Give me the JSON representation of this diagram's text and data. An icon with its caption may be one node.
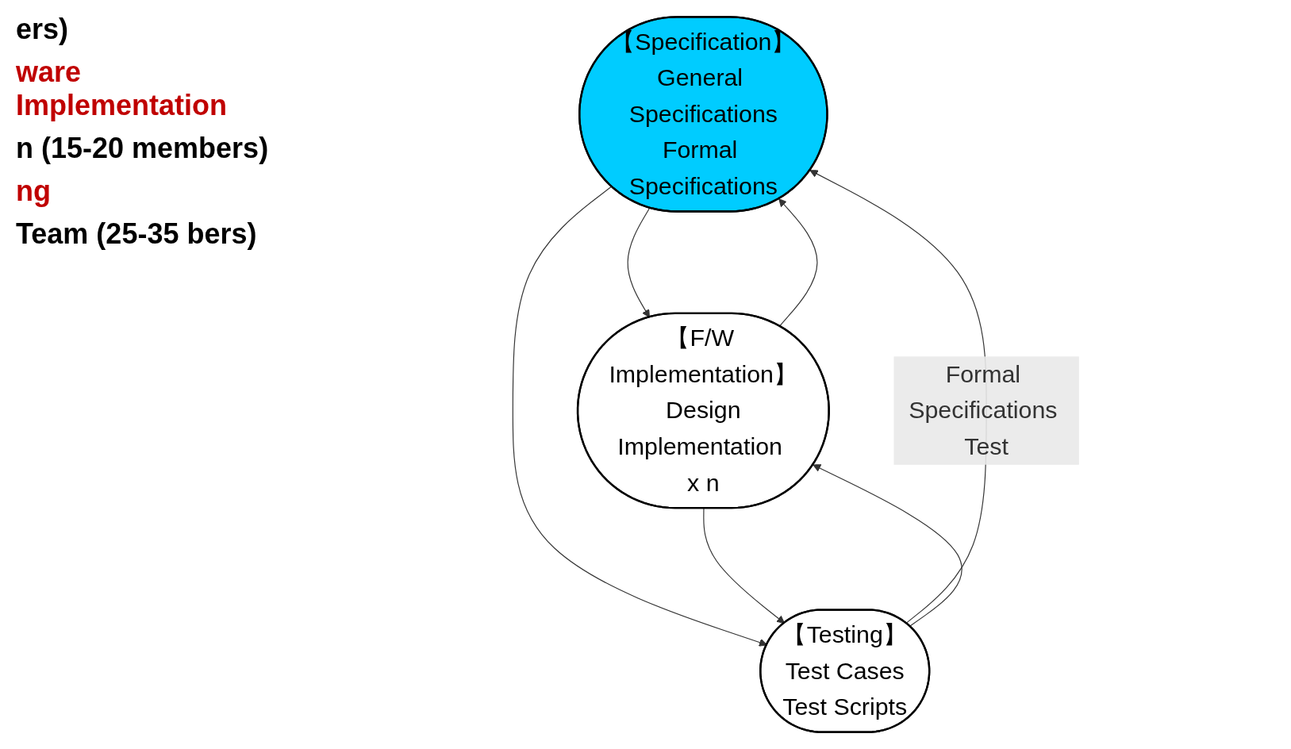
{
  "diagram": {
    "nodes": [
      {
        "text": [
          "【Specification】",
          "General Specifications",
          "Formal Specifications"
        ]
      },
      {
        "text": [
          "【F/W Implementation】",
          "Design",
          "Implementation x n"
        ]
      },
      {
        "text": [
          "【Testing】",
          "Test Cases",
          "Test Scripts"
        ]
      }
    ],
    "edges": [
      {
        "from": 0,
        "to": 1,
        "arrow": "to"
      },
      {
        "from": 1,
        "to": 0,
        "arrow": "to"
      },
      {
        "from": 0,
        "to": 2,
        "arrow": "to"
      },
      {
        "from": 2,
        "to": 0,
        "arrow": "to",
        "label": "Formal Specifications Test"
      },
      {
        "from": 1,
        "to": 2,
        "arrow": "to"
      },
      {
        "from": 2,
        "to": 1,
        "arrow": "to"
      }
    ],
    "labels": [
      "ers)",
      "ware Implementation",
      "n (15-20 members)",
      "ng",
      "Team (25-35 bers)"
    ]
  }
}
